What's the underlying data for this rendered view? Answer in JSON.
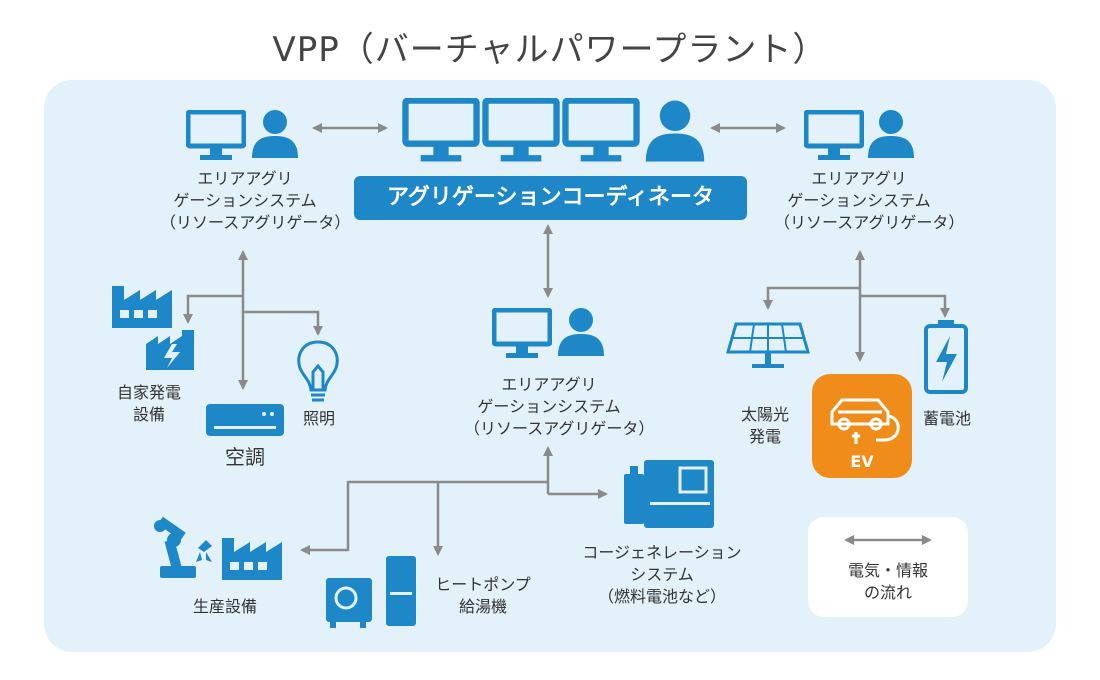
{
  "page_title": "VPP（バーチャルパワープラント）",
  "coordinator": "アグリゲーションコーディネータ",
  "aggregator_left": {
    "line1": "エリアアグリ",
    "line2": "ゲーションシステム",
    "line3": "（リソースアグリゲータ）"
  },
  "aggregator_right": {
    "line1": "エリアアグリ",
    "line2": "ゲーションシステム",
    "line3": "（リソースアグリゲータ）"
  },
  "aggregator_center": {
    "line1": "エリアアグリ",
    "line2": "ゲーションシステム",
    "line3": "（リソースアグリゲータ）"
  },
  "resources": {
    "private_power": {
      "line1": "自家発電",
      "line2": "設備"
    },
    "air_conditioning": "空調",
    "lighting": "照明",
    "solar": {
      "line1": "太陽光",
      "line2": "発電"
    },
    "ev": "EV",
    "battery": "蓄電池",
    "production": "生産設備",
    "heat_pump": {
      "line1": "ヒートポンプ",
      "line2": "給湯機"
    },
    "cogeneration": {
      "line1": "コージェネレーション",
      "line2": "システム",
      "line3": "（燃料電池など）"
    }
  },
  "legend": {
    "line1": "電気・情報",
    "line2": "の流れ"
  },
  "colors": {
    "accent": "#1d87c8",
    "ev": "#f08c1a",
    "panel": "#e3f1fa",
    "arrow": "#8a8a8a"
  },
  "icons": [
    "monitor-icon",
    "person-icon",
    "factory-icon",
    "power-plant-icon",
    "air-conditioner-icon",
    "light-bulb-icon",
    "solar-panel-icon",
    "ev-car-icon",
    "battery-icon",
    "robot-arm-icon",
    "heat-pump-icon",
    "cogeneration-icon"
  ]
}
